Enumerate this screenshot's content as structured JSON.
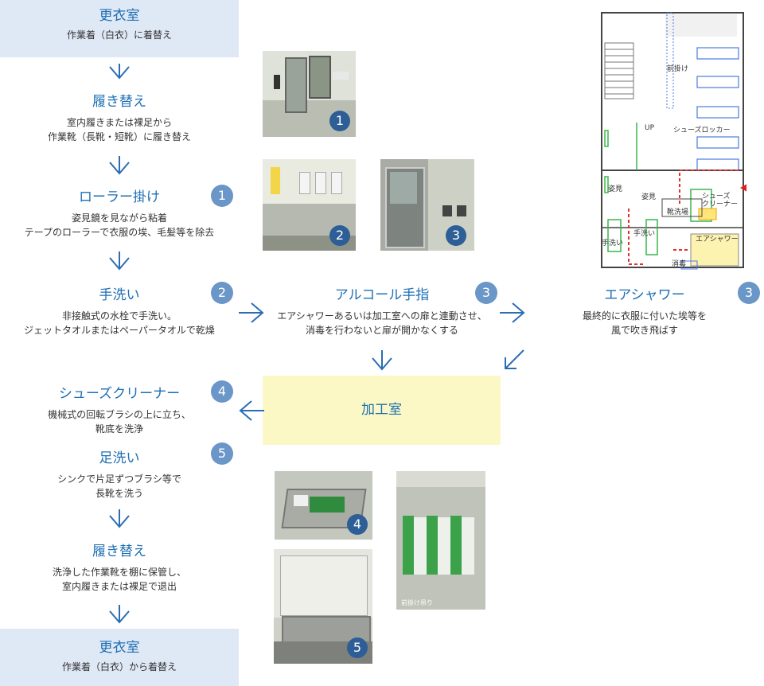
{
  "steps": {
    "changing_top": {
      "title": "更衣室",
      "desc": "作業着（白衣）に着替え"
    },
    "shoes1": {
      "title": "履き替え",
      "desc1": "室内履きまたは裸足から",
      "desc2": "作業靴（長靴・短靴）に履き替え"
    },
    "roller": {
      "title": "ローラー掛け",
      "desc1": "姿見鏡を見ながら粘着",
      "desc2": "テープのローラーで衣服の埃、毛髪等を除去",
      "num": "1"
    },
    "handwash": {
      "title": "手洗い",
      "desc1": "非接触式の水栓で手洗い。",
      "desc2": "ジェットタオルまたはペーパータオルで乾燥",
      "num": "2"
    },
    "alcohol": {
      "title": "アルコール手指",
      "desc1": "エアシャワーあるいは加工室への扉と連動させ、",
      "desc2": "消毒を行わないと扉が開かなくする",
      "num": "3"
    },
    "airshower": {
      "title": "エアシャワー",
      "desc1": "最終的に衣服に付いた埃等を",
      "desc2": "風で吹き飛ばす",
      "num": "3"
    },
    "processing": {
      "title": "加工室"
    },
    "shoecleaner": {
      "title": "シューズクリーナー",
      "desc1": "機械式の回転ブラシの上に立ち、",
      "desc2": "靴底を洗浄",
      "num": "4"
    },
    "footwash": {
      "title": "足洗い",
      "desc1": "シンクで片足ずつブラシ等で",
      "desc2": "長靴を洗う",
      "num": "5"
    },
    "shoes2": {
      "title": "履き替え",
      "desc1": "洗浄した作業靴を棚に保管し、",
      "desc2": "室内履きまたは裸足で退出"
    },
    "changing_bottom": {
      "title": "更衣室",
      "desc": "作業着（白衣）から着替え"
    }
  },
  "photos": {
    "p1": {
      "num": "1"
    },
    "p2": {
      "num": "2"
    },
    "p3": {
      "num": "3"
    },
    "p4": {
      "num": "4"
    },
    "p5": {
      "num": "5"
    },
    "apron": {
      "caption": "前掛け吊り"
    }
  },
  "floorplan": {
    "labels": {
      "apron": "前掛け",
      "up": "UP",
      "shoe_locker": "シューズロッカー",
      "mirror1": "姿見",
      "mirror2": "姿見",
      "shoe_cleaner": "シューズ\nクリーナー",
      "boot_wash": "靴洗場",
      "handwash1": "手洗い",
      "handwash2": "手洗い",
      "air_shower": "エアシャワー",
      "disinfect": "消毒"
    }
  },
  "colors": {
    "title_blue": "#1e6fb4",
    "num_circle": "#6b96c8",
    "room_bg": "#dfe8f5",
    "process_bg": "#fbf8c6",
    "arrow": "#2a6db5"
  }
}
